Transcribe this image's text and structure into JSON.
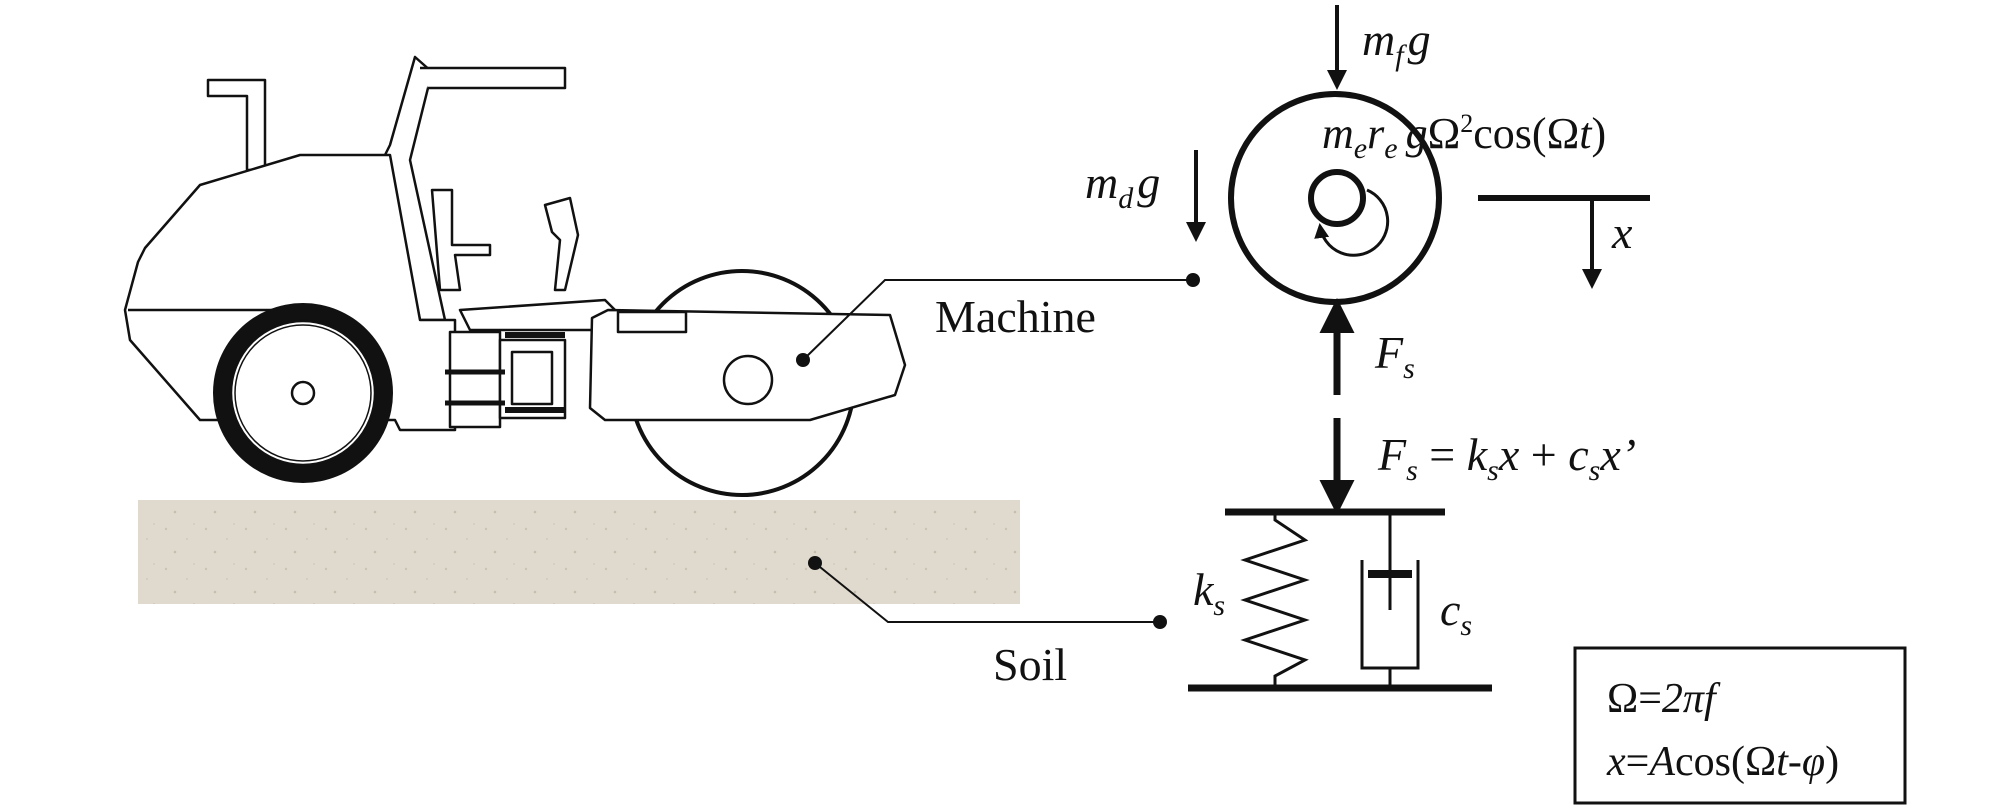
{
  "labels": {
    "machine": "Machine",
    "soil": "Soil"
  },
  "forces": {
    "mf_g": {
      "base": "m",
      "sub": "f",
      "tail": "g"
    },
    "md_g": {
      "base": "m",
      "sub": "d",
      "tail": "g"
    },
    "eccentric": {
      "m": "m",
      "m_sub": "e",
      "r": "r",
      "r_sub": "e",
      "g": "g",
      "omega": "Ω",
      "sq": "2",
      "cos": "cos(",
      "omega2": "Ω",
      "t": "t",
      "close": ")"
    },
    "x": "x",
    "fs": {
      "base": "F",
      "sub": "s"
    },
    "fs_eq": {
      "F": "F",
      "F_sub": "s",
      "eq": " = ",
      "k": "k",
      "k_sub": "s",
      "x1": "x",
      "plus": " + ",
      "c": "c",
      "c_sub": "s",
      "x2": "x’"
    },
    "ks": {
      "base": "k",
      "sub": "s"
    },
    "cs": {
      "base": "c",
      "sub": "s"
    }
  },
  "formula_box": {
    "line1": {
      "lhs": "Ω",
      "eq": "=",
      "rhs": "2πf"
    },
    "line2": {
      "x": "x",
      "eq": "=",
      "A": "A",
      "cos": "cos(",
      "omega": "Ω",
      "t": "t",
      "minus": "-",
      "phi": "φ",
      "close": ")"
    }
  },
  "colors": {
    "ink": "#111111",
    "soil": "#e0d9cd",
    "soil_speck": "#c9c1b2"
  }
}
